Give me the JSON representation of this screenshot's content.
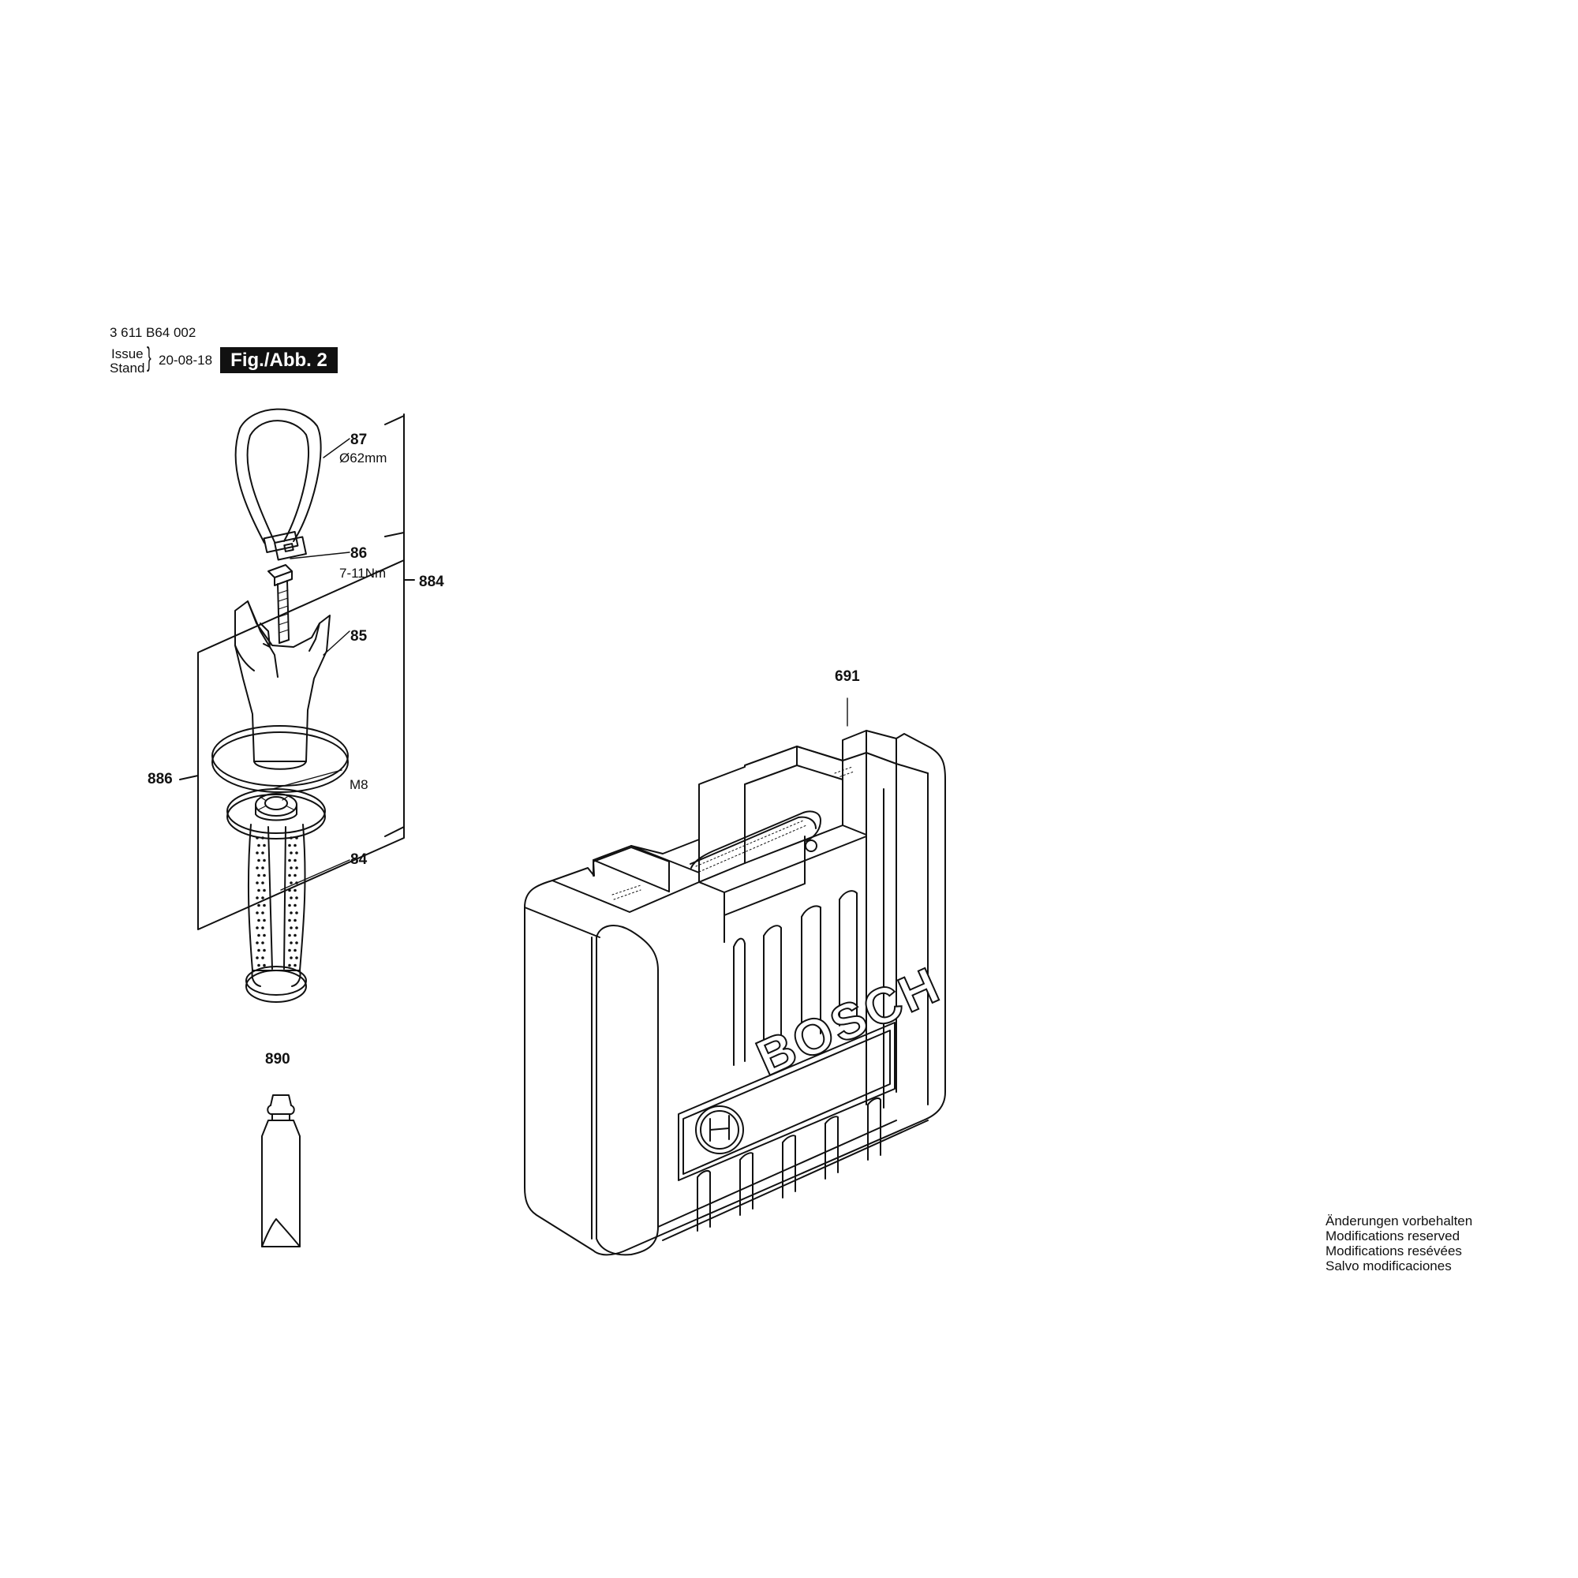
{
  "header": {
    "part_number": "3 611 B64 002",
    "issue_label": "Issue",
    "stand_label": "Stand",
    "brace": "}",
    "date": "20-08-18",
    "figure": "Fig./Abb. 2"
  },
  "callouts": {
    "p87": "87",
    "p87_spec": "Ø62mm",
    "p86": "86",
    "p86_spec": "7-11Nm",
    "p85": "85",
    "p884": "884",
    "p886": "886",
    "m8": "M8",
    "p84": "84",
    "p890": "890",
    "p691": "691"
  },
  "case_logo": "BOSCH",
  "notes": [
    "Änderungen vorbehalten",
    "Modifications reserved",
    "Modifications resévées",
    "Salvo modificaciones"
  ]
}
